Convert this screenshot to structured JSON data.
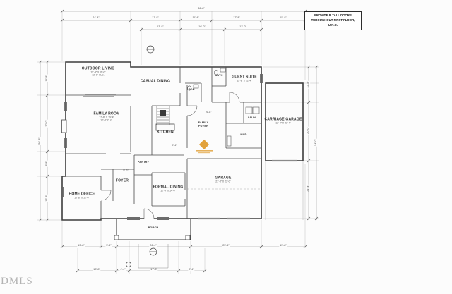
{
  "colors": {
    "ink": "#3c3c3c",
    "dim": "#6a6a6a",
    "accent": "#e2a23c",
    "paper": "#fcfcfc"
  },
  "note_box": {
    "line1": "PROVIDE 8' TALL DOORS",
    "line2": "THROUGHOUT FIRST FLOOR,",
    "line3": "U.N.O."
  },
  "corner_watermark": "DMLS",
  "rooms": {
    "outdoor_living": {
      "label": "OUTDOOR LIVING",
      "size": "19'-4\" X 11'-0\"",
      "clg": "12'-0\" CLG."
    },
    "casual_dining": {
      "label": "CASUAL DINING"
    },
    "guest_suite": {
      "label": "GUEST SUITE",
      "size": "11'-8\" X 12'-4\""
    },
    "family_room": {
      "label": "FAMILY ROOM",
      "size": "17'-8\" X 19'-4\"",
      "clg": "12'-0\" CLG."
    },
    "kitchen": {
      "label": "KITCHEN"
    },
    "family_foyer": {
      "line1": "FAMILY",
      "line2": "FOYER"
    },
    "carriage_garage": {
      "label": "CARRIAGE GARAGE",
      "size": "12'-0\" X 23'-4\""
    },
    "pantry": {
      "label": "PANTRY"
    },
    "foyer": {
      "label": "FOYER"
    },
    "formal_dining": {
      "label": "FORMAL DINING",
      "size": "12'-4\" X 14'-0\""
    },
    "garage": {
      "label": "GARAGE",
      "size": "21'-8\" X 23'-0\""
    },
    "home_office": {
      "label": "HOME OFFICE",
      "size": "10'-8\" X 12'-0\""
    },
    "powder": {
      "label": "PDR."
    },
    "bath": {
      "label": "BATH"
    },
    "laundry": {
      "label": "LAUN."
    },
    "mud": {
      "label": "MUD"
    },
    "porch": {
      "label": "PORCH"
    }
  },
  "dims": {
    "top_overall": "86'-8\"",
    "t1": "24'-4\"",
    "t2": "17'-8\"",
    "t3": "11'-4\"",
    "t4": "17'-8\"",
    "t5": "15'-8\"",
    "t6": "13'-8\"",
    "t7": "16'-0\"",
    "t8": "13'-0\"",
    "left_overall": "56'-8\"",
    "l1": "11'-8\"",
    "l2": "20'-0\"",
    "l3": "8'-8\"",
    "l4": "15'-8\"",
    "r1": "12'-8\"",
    "r2": "20'-0\"",
    "r3": "21'-4\"",
    "right_overall": "54'-0\"",
    "b1": "13'-8\"",
    "b2": "5'-4\"",
    "b3": "26'-4\"",
    "b4": "25'-4\"",
    "b5": "15'-8\"",
    "b6": "13'-8\"",
    "b7": "4'-4\"",
    "b8": "17'-8\"",
    "b9": "9'-4\"",
    "i1": "9'-4\"",
    "i2": "5'-0\"",
    "i3": "6'-8\""
  }
}
